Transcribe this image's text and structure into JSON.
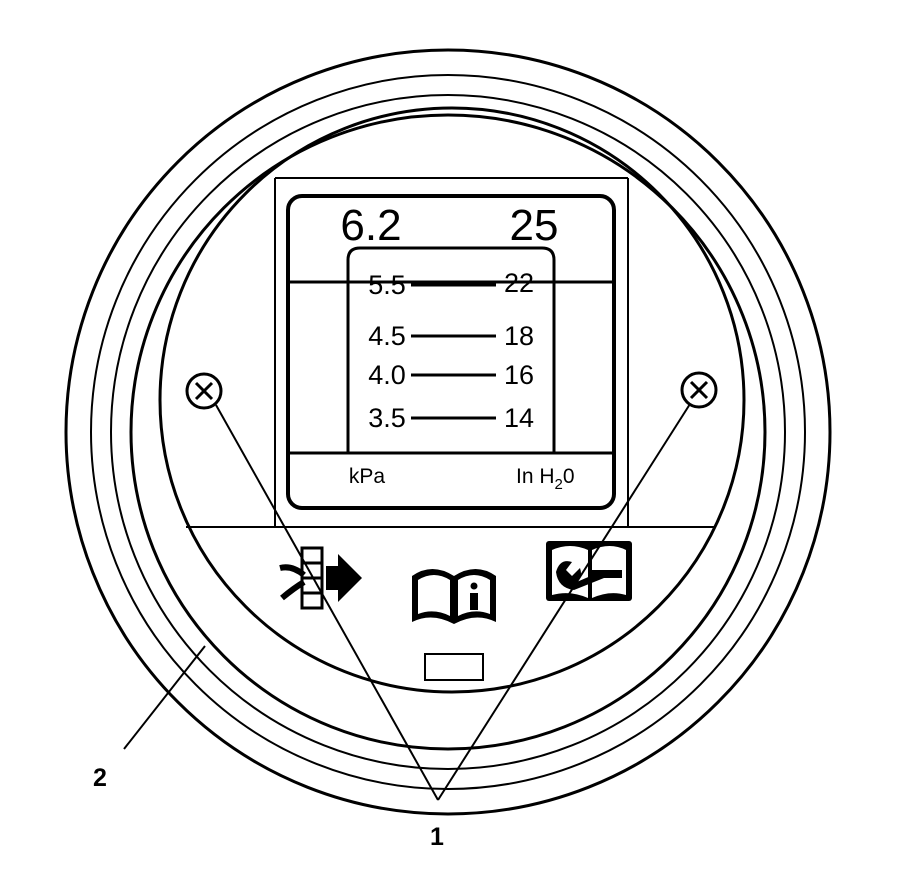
{
  "gauge": {
    "top_left_value": "6.2",
    "top_right_value": "25",
    "scale": [
      {
        "kpa": "5.5",
        "inh2o": "22"
      },
      {
        "kpa": "4.5",
        "inh2o": "18"
      },
      {
        "kpa": "4.0",
        "inh2o": "16"
      },
      {
        "kpa": "3.5",
        "inh2o": "14"
      }
    ],
    "unit_left": "kPa",
    "unit_right_prefix": "In H",
    "unit_right_sub": "2",
    "unit_right_suffix": "0"
  },
  "icons": [
    "filter-restriction-icon",
    "information-manual-icon",
    "service-manual-icon"
  ],
  "callouts": {
    "screws_label": "1",
    "housing_label": "2"
  },
  "colors": {
    "line": "#000000",
    "background": "#ffffff"
  }
}
